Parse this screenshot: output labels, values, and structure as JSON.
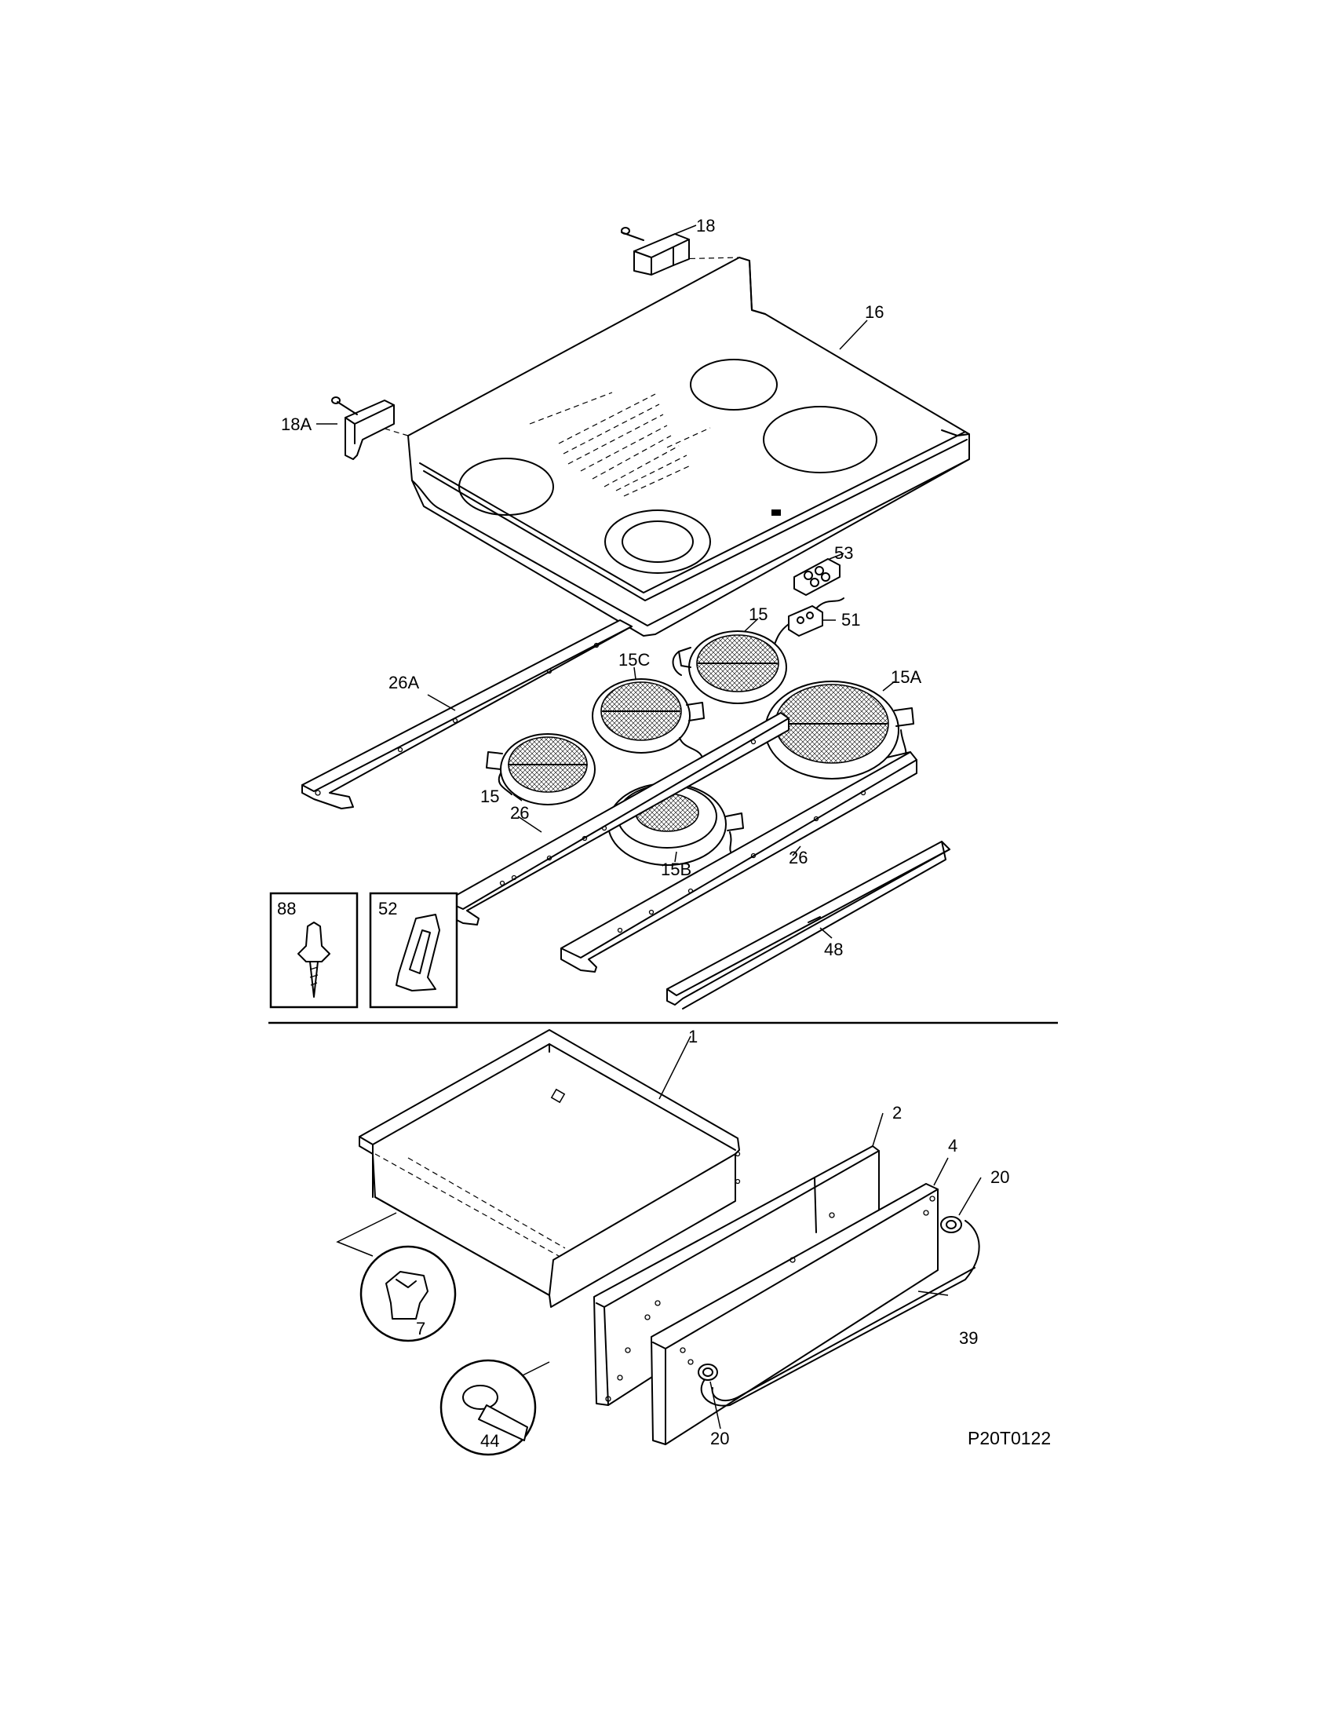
{
  "diagram_code": "P20T0122",
  "callouts": {
    "c18": "18",
    "c18a": "18A",
    "c16": "16",
    "c53": "53",
    "c51": "51",
    "c15_top": "15",
    "c15c": "15C",
    "c15a": "15A",
    "c26a": "26A",
    "c15_left": "15",
    "c26_left": "26",
    "c15b": "15B",
    "c26_right": "26",
    "c48": "48",
    "c88": "88",
    "c52": "52",
    "c1": "1",
    "c2": "2",
    "c4": "4",
    "c20_top": "20",
    "c7": "7",
    "c39": "39",
    "c44": "44",
    "c20_bottom": "20"
  },
  "colors": {
    "ink": "#000000",
    "paper": "#ffffff"
  }
}
